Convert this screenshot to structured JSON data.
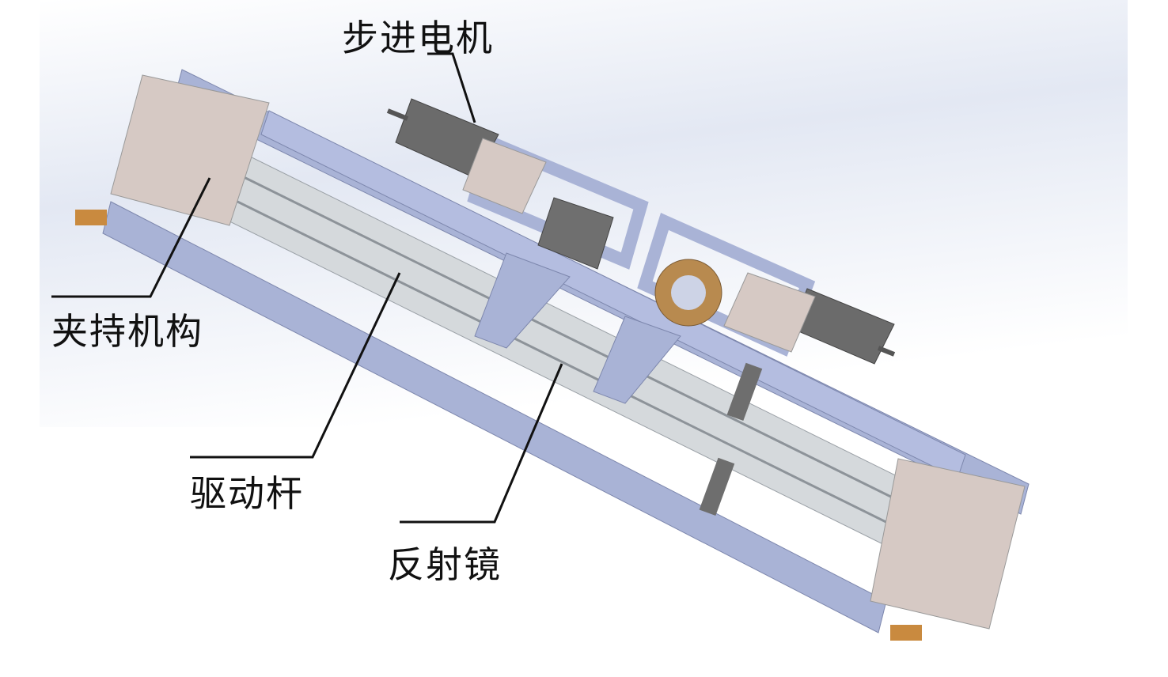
{
  "labels": {
    "stepper_motor": "步进电机",
    "clamping_mechanism": "夹持机构",
    "drive_rod": "驱动杆",
    "reflector": "反射镜"
  },
  "colors": {
    "frame": "#a9b3d6",
    "plate": "#d6c9c4",
    "motor": "#6b6b6b",
    "rod": "#cfd3d6",
    "leader": "#111111"
  }
}
